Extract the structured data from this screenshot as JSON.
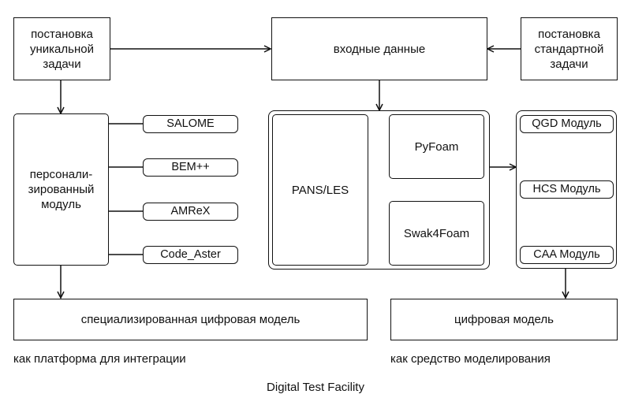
{
  "nodes": {
    "unique_task": "постановка\nуникальной\nзадачи",
    "input_data": "входные данные",
    "standard_task": "постановка\nстандартной\nзадачи",
    "personalized_module": "персонали-\nзированный\nмодуль",
    "salome": "SALOME",
    "bempp": "BEM++",
    "amrex": "AMReX",
    "code_aster": "Code_Aster",
    "pans_les": "PANS/LES",
    "pyfoam": "PyFoam",
    "swak4foam": "Swak4Foam",
    "qgd": "QGD Модуль",
    "hcs": "HCS Модуль",
    "caa": "CAA Модуль",
    "specialized_digital_model": "специализированная цифровая модель",
    "digital_model": "цифровая модель"
  },
  "captions": {
    "integration_platform": "как платформа для интеграции",
    "modeling_tool": "как средство моделирования",
    "title": "Digital Test Facility"
  }
}
